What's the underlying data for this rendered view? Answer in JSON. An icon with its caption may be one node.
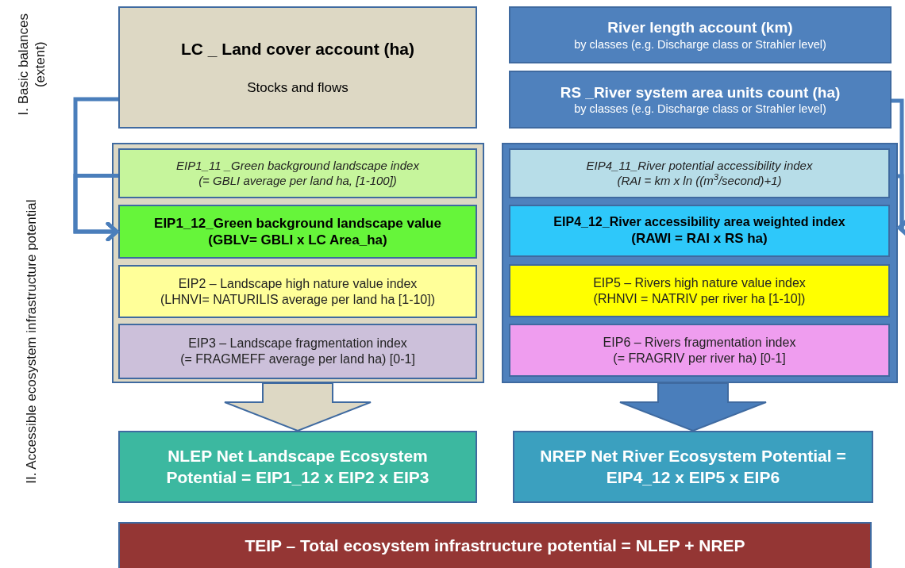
{
  "diagram": {
    "nodes": [
      {
        "text": [
          "LC _ Land cover account (ha)",
          "Stocks and flows"
        ]
      },
      {
        "text": [
          "River length account (km)",
          "by classes (e.g. Discharge  class or Strahler level)"
        ]
      },
      {
        "text": [
          "RS _River system area units count (ha)",
          "by classes (e.g. Discharge  class or Strahler level)"
        ]
      },
      {
        "text": [],
        "shape": "box"
      },
      {
        "text": [
          "EIP1_11 _Green background landscape index",
          "(= GBLI average per land ha, [1-100])"
        ],
        "in": 3
      },
      {
        "text": [
          "EIP1_12_Green background landscape value",
          "(GBLV= GBLI x LC Area_ha)"
        ],
        "in": 3
      },
      {
        "text": [
          "EIP2 –  Landscape high nature value index",
          "(LHNVI= NATURILIS average per land ha [1-10])"
        ],
        "in": 3
      },
      {
        "text": [
          "EIP3  –  Landscape fragmentation index",
          "(= FRAGMEFF average per land ha) [0-1]"
        ],
        "in": 3
      },
      {
        "text": [],
        "shape": "box"
      },
      {
        "text": [
          "EIP4_11_River potential accessibility index",
          "(RAI = km x ln ((m$^{3}$/second)+1)"
        ],
        "in": 8
      },
      {
        "text": [
          "EIP4_12_River accessibility area weighted index",
          "(RAWI = RAI x RS ha)"
        ],
        "in": 8
      },
      {
        "text": [
          "EIP5 – Rivers high nature value index",
          "(RHNVI = NATRIV per river ha [1-10])"
        ],
        "in": 8
      },
      {
        "text": [
          "EIP6 – Rivers fragmentation index",
          "(= FRAGRIV per river ha) [0-1]"
        ],
        "in": 8
      },
      {
        "text": [
          "NLEP Net Landscape Ecosystem Potential = EIP1_12 x EIP2 x EIP3"
        ]
      },
      {
        "text": [
          "NREP  Net River Ecosystem Potential = EIP4_12 x EIP5 x EIP6"
        ]
      },
      {
        "text": [
          "TEIP – Total ecosystem infrastructure potential = NLEP + NREP"
        ]
      }
    ],
    "edges": [
      {
        "from": 0,
        "to": 5,
        "arrow": "to"
      },
      {
        "from": 4,
        "to": 5,
        "arrow": "to"
      },
      {
        "from": 2,
        "to": 10,
        "arrow": "to"
      },
      {
        "from": 9,
        "to": 10,
        "arrow": "to"
      },
      {
        "from": 3,
        "to": 13,
        "arrow": "to",
        "style": "thick",
        "color": "#ddd8c4"
      },
      {
        "from": 8,
        "to": 14,
        "arrow": "to",
        "style": "thick"
      }
    ],
    "labels": [
      "I. Basic balances (extent)",
      "II. Accessible ecosystem infrastructure potential"
    ]
  }
}
